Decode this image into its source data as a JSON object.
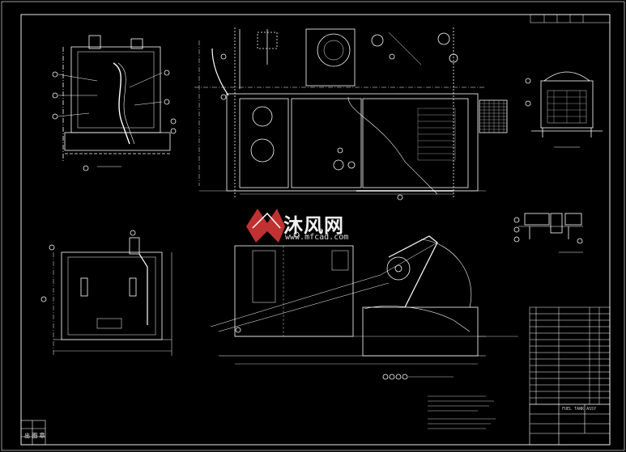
{
  "watermark": {
    "brand_cn": "沐风网",
    "url": "www.mfcad.com"
  },
  "colors": {
    "background": "#000000",
    "line": "#ffffff",
    "watermark_red": "#e23b3b"
  },
  "stamp": {
    "text": "出 图 章"
  },
  "title_block": {
    "drawing_name": "FUEL TANK ASSY"
  }
}
